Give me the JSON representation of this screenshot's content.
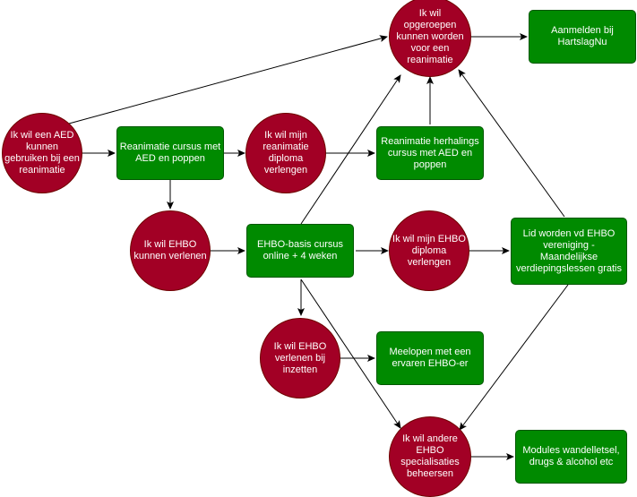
{
  "colors": {
    "circle_fill": "#A20025",
    "circle_stroke": "#6F0000",
    "box_fill": "#008A00",
    "box_stroke": "#005700",
    "text": "#ffffff",
    "edge": "#000000"
  },
  "nodes": {
    "aed_gebruiken": "Ik wil een AED kunnen gebruiken bij een reanimatie",
    "opgeroepen": "Ik wil opgeroepen kunnen worden voor een reanimatie",
    "aanmelden": "Aanmelden bij HartslagNu",
    "reanimatie_cursus": "Reanimatie cursus met AED en poppen",
    "diploma_verlengen_reanimatie": "Ik wil mijn reanimatie diploma verlengen",
    "herhalings_cursus": "Reanimatie herhalings cursus met AED en poppen",
    "ehbo_leren": "Ik wil EHBO kunnen verlenen",
    "ehbo_basis": "EHBO-basis cursus online + 4 weken",
    "ehbo_diploma_verlengen": "Ik wil mijn EHBO diploma verlengen",
    "lid_worden": "Lid worden vd EHBO vereniging - Maandelijkse verdiepingslessen gratis",
    "inzetten": "Ik wil EHBO verlenen bij inzetten",
    "meelopen": "Meelopen met een ervaren EHBO-er",
    "specialisaties": "Ik wil andere EHBO specialisaties beheersen",
    "modules": "Modules wandelletsel, drugs & alcohol etc"
  }
}
